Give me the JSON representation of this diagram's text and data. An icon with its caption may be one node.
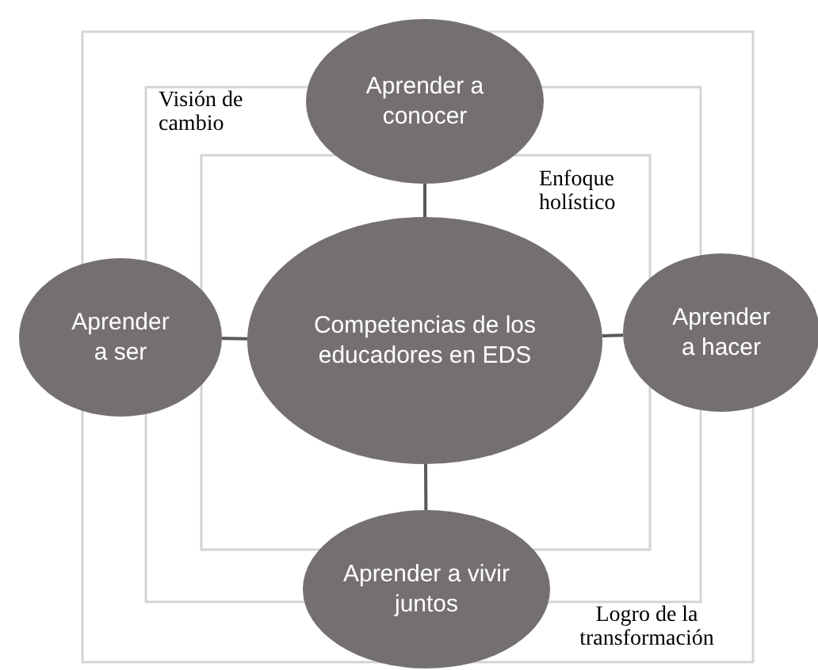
{
  "diagram": {
    "nodes": [
      {
        "text": [
          "Aprender a conocer"
        ]
      },
      {
        "text": [
          "Aprender a ser"
        ]
      },
      {
        "text": [
          "Competencias de los educadores en EDS"
        ]
      },
      {
        "text": [
          "Aprender a hacer"
        ]
      },
      {
        "text": [
          "Aprender a vivir juntos"
        ]
      }
    ],
    "edges": [
      {
        "from": 2,
        "to": 0,
        "arrow": "none"
      },
      {
        "from": 2,
        "to": 1,
        "arrow": "none"
      },
      {
        "from": 2,
        "to": 3,
        "arrow": "none"
      },
      {
        "from": 2,
        "to": 4,
        "arrow": "none"
      }
    ],
    "labels": [
      "Visión de cambio",
      "Enfoque holístico",
      "Logro de la transformación"
    ]
  }
}
